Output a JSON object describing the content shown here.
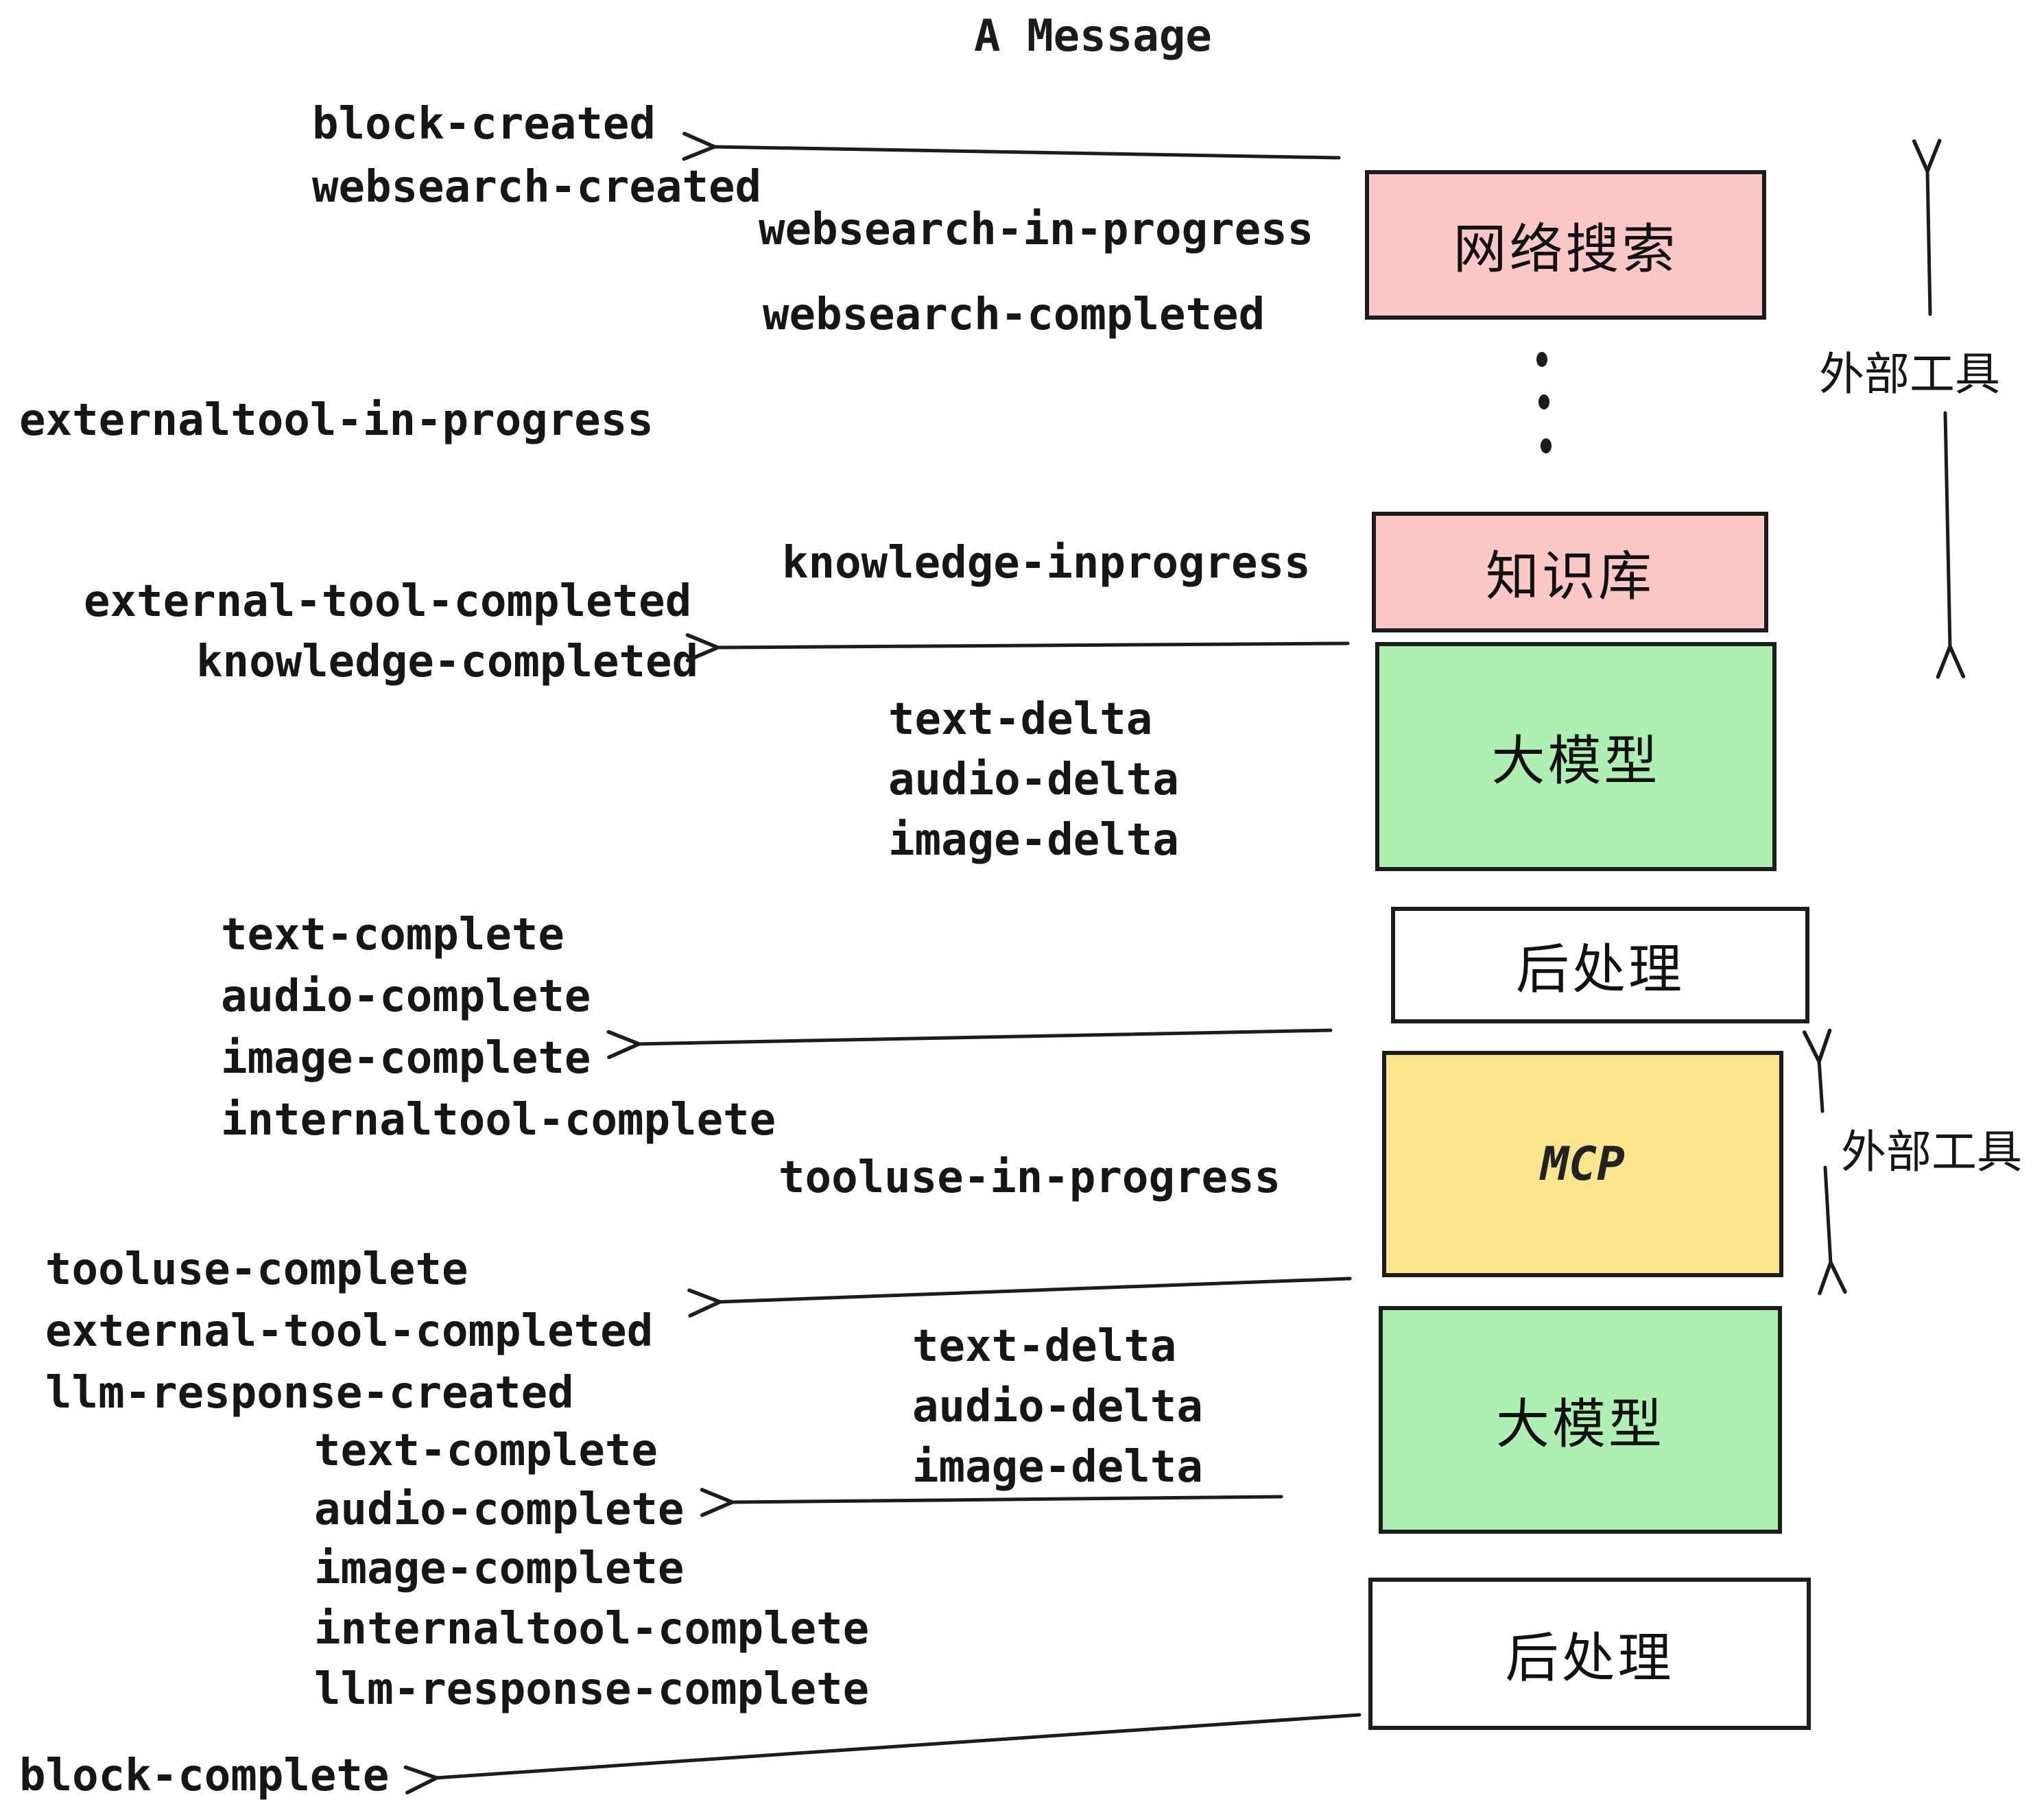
{
  "title": "A Message",
  "colors": {
    "ink": "#1c1c1c",
    "pink": "#fbc7c7",
    "green": "#aeefb3",
    "yellow": "#fbe48e",
    "white": "#ffffff"
  },
  "boxes": {
    "websearch": {
      "label": "网络搜索",
      "color": "#fbc7c7"
    },
    "knowledge": {
      "label": "知识库",
      "color": "#fbc7c7"
    },
    "llm1": {
      "label": "大模型",
      "color": "#aeefb3"
    },
    "post1": {
      "label": "后处理",
      "color": "#ffffff"
    },
    "mcp": {
      "label": "MCP",
      "color": "#fbe48e"
    },
    "llm2": {
      "label": "大模型",
      "color": "#aeefb3"
    },
    "post2": {
      "label": "后处理",
      "color": "#ffffff"
    }
  },
  "events": {
    "block_created": "block-created",
    "websearch_created": "websearch-created",
    "websearch_in_progress": "websearch-in-progress",
    "websearch_completed": "websearch-completed",
    "externaltool_in_progress": "externaltool-in-progress",
    "knowledge_inprogress": "knowledge-inprogress",
    "external_tool_completed_1": "external-tool-completed",
    "knowledge_completed": "knowledge-completed",
    "text_delta_1": "text-delta",
    "audio_delta_1": "audio-delta",
    "image_delta_1": "image-delta",
    "text_complete_1": "text-complete",
    "audio_complete_1": "audio-complete",
    "image_complete_1": "image-complete",
    "internaltool_complete_1": "internaltool-complete",
    "tooluse_in_progress": "tooluse-in-progress",
    "tooluse_complete": "tooluse-complete",
    "external_tool_completed_2": "external-tool-completed",
    "llm_response_created": "llm-response-created",
    "text_complete_2": "text-complete",
    "audio_complete_2": "audio-complete",
    "image_complete_2": "image-complete",
    "internaltool_complete_2": "internaltool-complete",
    "llm_response_complete": "llm-response-complete",
    "text_delta_2": "text-delta",
    "audio_delta_2": "audio-delta",
    "image_delta_2": "image-delta",
    "block_complete": "block-complete"
  },
  "annotations": {
    "external_tools_top": "外部工具",
    "external_tools_mcp": "外部工具"
  }
}
